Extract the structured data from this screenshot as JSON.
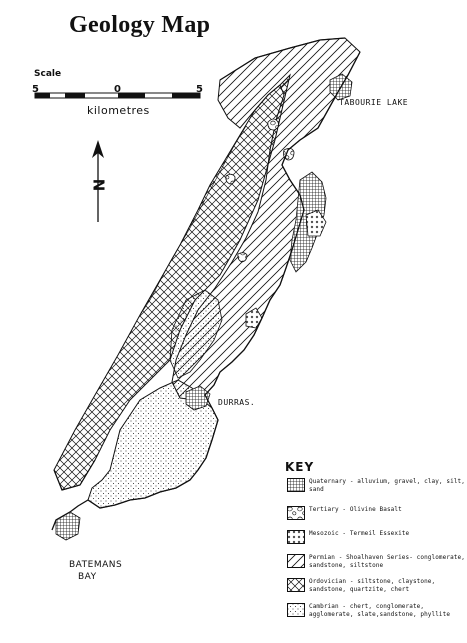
{
  "title": "Geology Map",
  "scale": {
    "label": "Scale",
    "ticks": [
      "5",
      "0",
      "5"
    ],
    "unit": "kilometres"
  },
  "north": {
    "letter": "N"
  },
  "places": {
    "tabourie_lake": "TABOURIE LAKE",
    "durras": "DURRAS.",
    "batemans_bay_line1": "BATEMANS",
    "batemans_bay_line2": "BAY"
  },
  "key": {
    "title": "KEY",
    "items": [
      {
        "name": "quaternary",
        "pattern": "grid-fine",
        "text": "Quaternary - alluvium, gravel, clay, silt, sand"
      },
      {
        "name": "tertiary",
        "pattern": "blobs",
        "text": "Tertiary - Olivine Basalt"
      },
      {
        "name": "mesozoic",
        "pattern": "cross-small",
        "text": "Mesozoic - Termeil Essexite"
      },
      {
        "name": "permian",
        "pattern": "diagonal",
        "text": "Permian - Shoalhaven Series- conglomerate, sandstone, siltstone"
      },
      {
        "name": "ordovician",
        "pattern": "diag-cross",
        "text": "Ordovician - siltstone, claystone, sandstone, quartzite, chert"
      },
      {
        "name": "cambrian",
        "pattern": "dots",
        "text": "Cambrian - chert, conglomerate, agglomerate, slate,sandstone, phyllite"
      }
    ]
  }
}
